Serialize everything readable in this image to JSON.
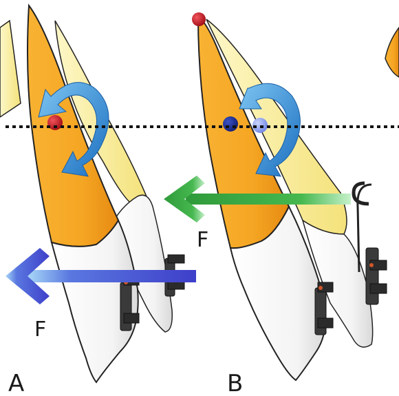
{
  "panels": {
    "a": {
      "label": "A",
      "force_label": "F"
    },
    "b": {
      "label": "B",
      "force_label": "F"
    }
  },
  "colors": {
    "root_primary": "#f5a623",
    "root_secondary": "#fbef9c",
    "crown": "#ffffff",
    "rotation_arrow": "#2f8fd6",
    "force_arrow_a": "#4a5ad8",
    "force_arrow_b": "#3aa845",
    "center_of_resistance": "#c0141c",
    "center_of_rotation_dark": "#1b2a8a",
    "center_of_rotation_light": "#8fa4ef",
    "bracket": "#3a3a3a"
  },
  "icons": {
    "rotation": "curved-arrow-icon",
    "force": "straight-arrow-icon",
    "bracket": "orthodontic-bracket-icon",
    "hook": "hook-icon"
  }
}
